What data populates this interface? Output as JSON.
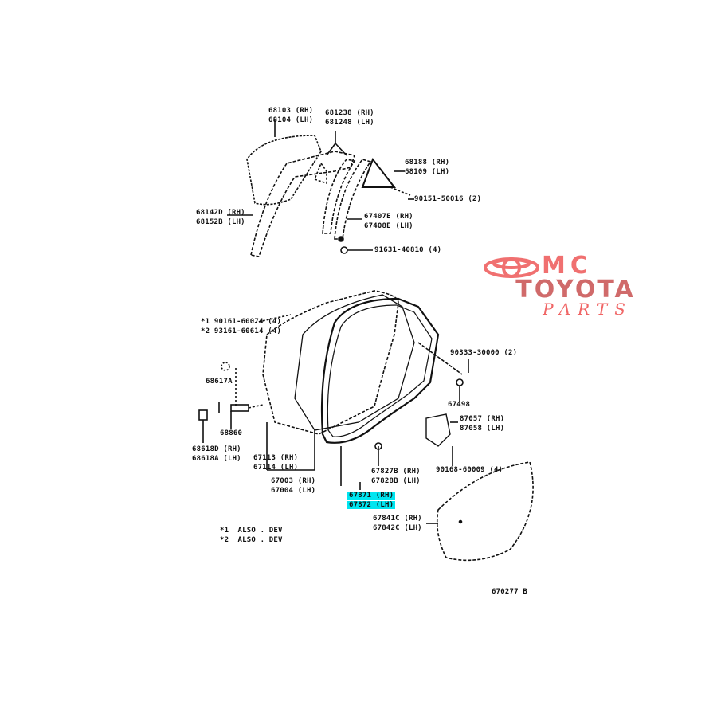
{
  "diagram_id": "670277 B",
  "parts": {
    "glass": [
      "68103 (RH)",
      "68104 (LH)"
    ],
    "run_channel": [
      "681238 (RH)",
      "681248 (LH)"
    ],
    "quarter_glass": [
      "68188 (RH)",
      "68109 (LH)"
    ],
    "screw_top": "90151-50016 (2)",
    "division_bar": [
      "68142D (RH)",
      "68152B (LH)"
    ],
    "weatherstrip_upper": [
      "67407E (RH)",
      "67408E (LH)"
    ],
    "clip_top": "91631-40810 (4)",
    "bolts": [
      "*1 90161-60074 (4)",
      "*2 93161-60614 (4)"
    ],
    "screw_right": "90333-30000 (2)",
    "check_part": "68617A",
    "hole_cover": "67498",
    "check_bolt": "68860",
    "regulator": [
      "87057 (RH)",
      "87058 (LH)"
    ],
    "check_assy": [
      "68618D (RH)",
      "68618A (LH)"
    ],
    "panel": [
      "67113 (RH)",
      "67114 (LH)"
    ],
    "clip_mid": [
      "67827B (RH)",
      "67828B (LH)"
    ],
    "screw_reg": "90168-60009 (4)",
    "door_assy": [
      "67003 (RH)",
      "67004 (LH)"
    ],
    "weatherstrip_main": [
      "67871 (RH)",
      "67872 (LH)"
    ],
    "service_hole_cover": [
      "67841C (RH)",
      "67842C (LH)"
    ]
  },
  "notes": [
    "*1  ALSO . DEV",
    "*2  ALSO . DEV"
  ],
  "logo": {
    "line1": "MC",
    "line2": "TOYOTA",
    "line3": "PARTS"
  },
  "colors": {
    "highlight": "#00e5f0",
    "logo": "#f07070"
  }
}
